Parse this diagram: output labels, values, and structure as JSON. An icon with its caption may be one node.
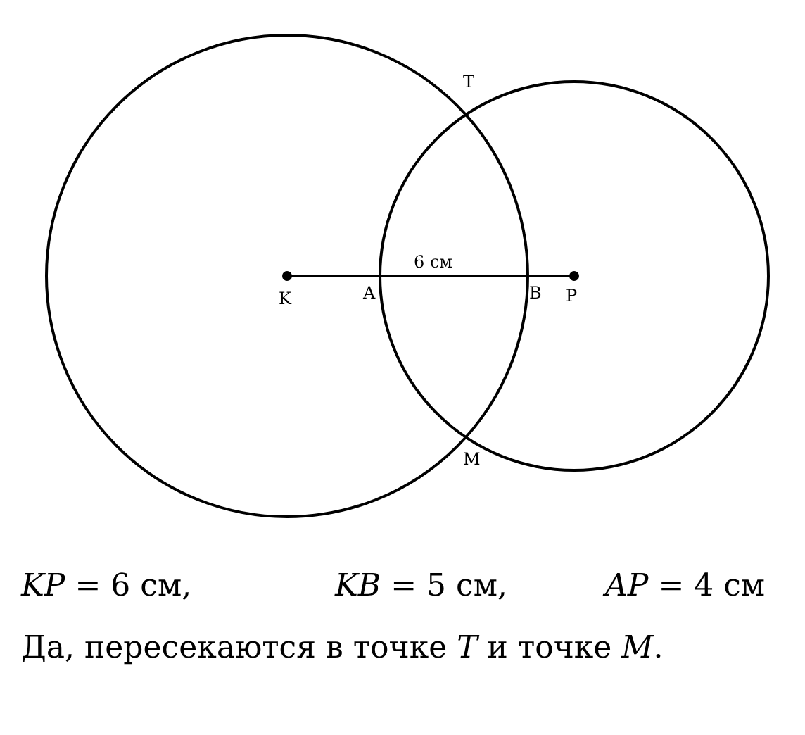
{
  "diagram": {
    "labels": [
      "T",
      "6 см",
      "K",
      "A",
      "B",
      "P",
      "M",
      "*KP* = 6 см,",
      "*KB* = 5 см,",
      "*AP* = 4 см",
      "Да, пересекаются в точке *T* и точке *M*."
    ]
  }
}
